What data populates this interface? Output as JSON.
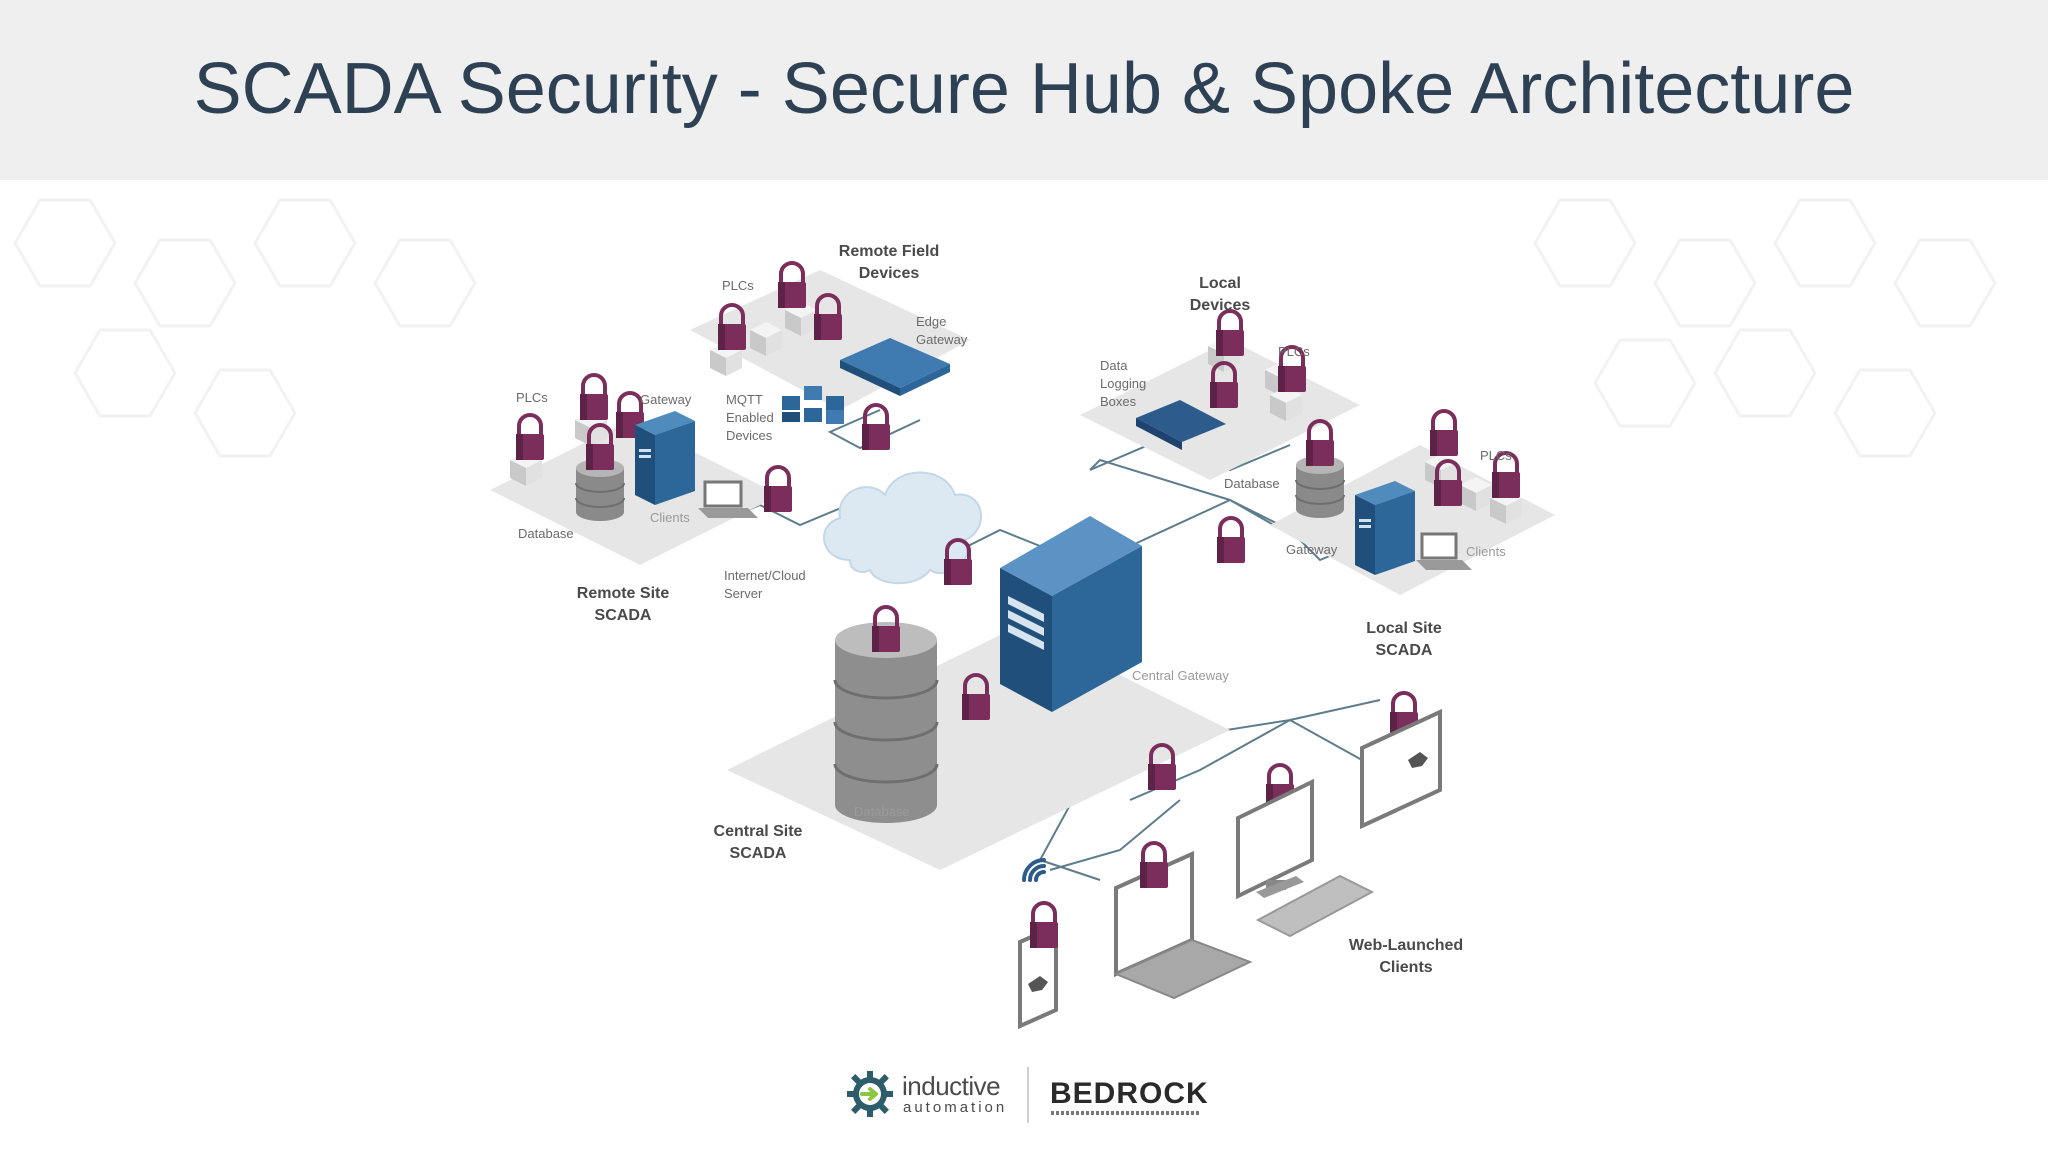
{
  "slide": {
    "title": "SCADA Security - Secure Hub & Spoke Architecture"
  },
  "diagram": {
    "remote_field_devices": {
      "title_line1": "Remote Field",
      "title_line2": "Devices",
      "plcs": "PLCs",
      "edge_gateway_line1": "Edge",
      "edge_gateway_line2": "Gateway",
      "mqtt_line1": "MQTT",
      "mqtt_line2": "Enabled",
      "mqtt_line3": "Devices"
    },
    "remote_site": {
      "title_line1": "Remote Site",
      "title_line2": "SCADA",
      "plcs": "PLCs",
      "gateway": "Gateway",
      "database": "Database",
      "clients": "Clients"
    },
    "cloud": {
      "label_line1": "Internet/Cloud",
      "label_line2": "Server"
    },
    "local_devices": {
      "title_line1": "Local",
      "title_line2": "Devices",
      "data_logging_line1": "Data",
      "data_logging_line2": "Logging",
      "data_logging_line3": "Boxes",
      "plcs": "PLCs"
    },
    "local_site": {
      "title_line1": "Local Site",
      "title_line2": "SCADA",
      "database": "Database",
      "gateway": "Gateway",
      "plcs": "PLCs",
      "clients": "Clients"
    },
    "central_site": {
      "title_line1": "Central Site",
      "title_line2": "SCADA",
      "central_gateway": "Central Gateway",
      "database": "Database"
    },
    "web_clients": {
      "title_line1": "Web-Launched",
      "title_line2": "Clients"
    }
  },
  "footer": {
    "ia_word1": "inductive",
    "ia_word2": "automation",
    "bedrock": "BEDROCK"
  },
  "colors": {
    "title": "#2e4154",
    "header_bg": "#efefef",
    "lock": "#7b2e5c",
    "server_blue": "#2d6799",
    "line": "#5a7a8a",
    "platform": "#dcdcdc"
  }
}
